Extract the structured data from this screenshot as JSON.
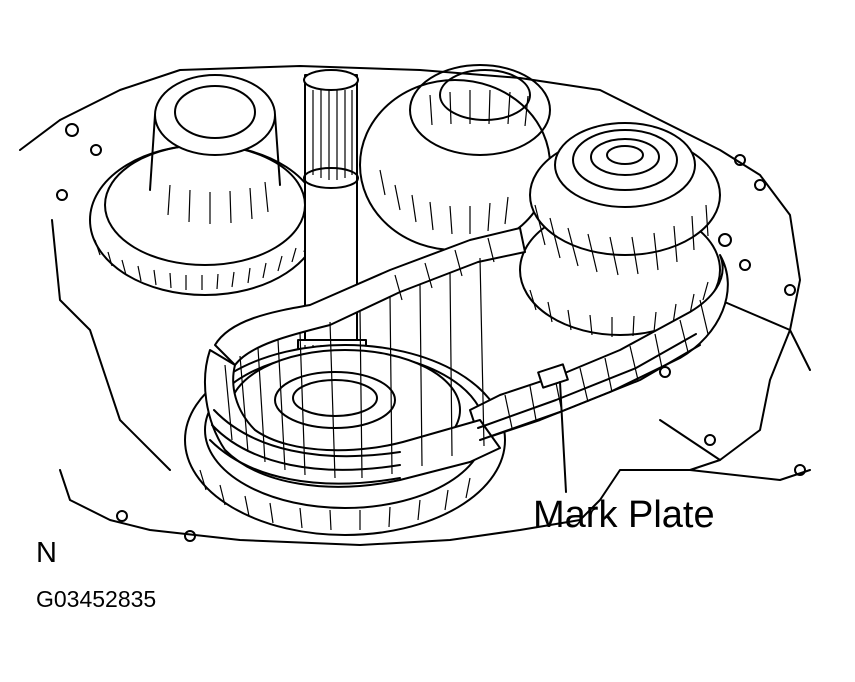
{
  "callout": {
    "label": "Mark Plate"
  },
  "orientation": {
    "label": "N"
  },
  "figure_id": {
    "label": "G03452835"
  },
  "colors": {
    "line": "#000000",
    "background": "#ffffff"
  }
}
